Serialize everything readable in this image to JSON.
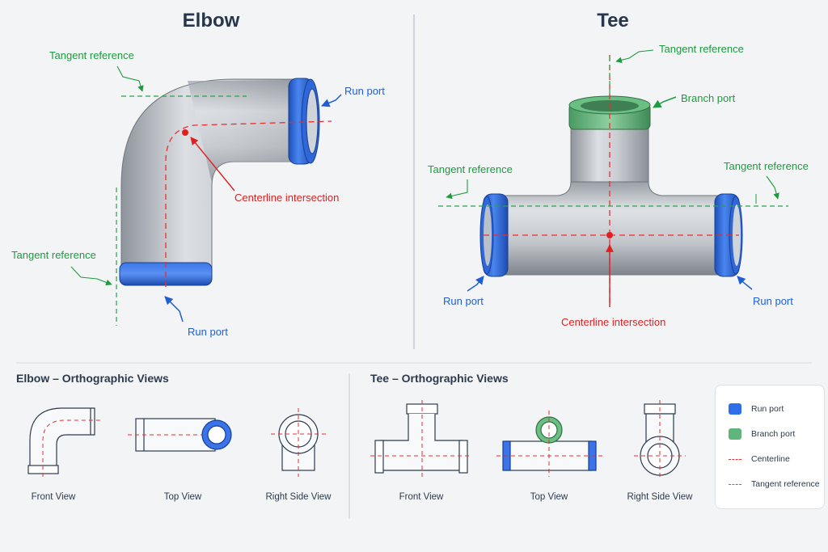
{
  "elbow": {
    "title": "Elbow",
    "tangent_top": "Tangent reference",
    "tangent_left": "Tangent reference",
    "run_port_right": "Run port",
    "run_port_bottom": "Run port",
    "centerline": "Centerline intersection"
  },
  "tee": {
    "title": "Tee",
    "tangent_top": "Tangent reference",
    "branch_port": "Branch port",
    "tangent_left": "Tangent reference",
    "tangent_right": "Tangent reference",
    "run_port_left": "Run port",
    "run_port_right": "Run port",
    "centerline": "Centerline intersection"
  },
  "ortho": {
    "elbow_heading": "Elbow – Orthographic Views",
    "tee_heading": "Tee – Orthographic Views",
    "front": "Front View",
    "top": "Top View",
    "side": "Right Side View"
  },
  "legend": {
    "run_port": "Run port",
    "branch_port": "Branch port",
    "centerline": "Centerline",
    "tangent": "Tangent reference"
  },
  "colors": {
    "run_port": "#2f6ee8",
    "branch_port": "#5fb57a",
    "centerline": "#e53030",
    "tangent": "#2aa24a"
  }
}
